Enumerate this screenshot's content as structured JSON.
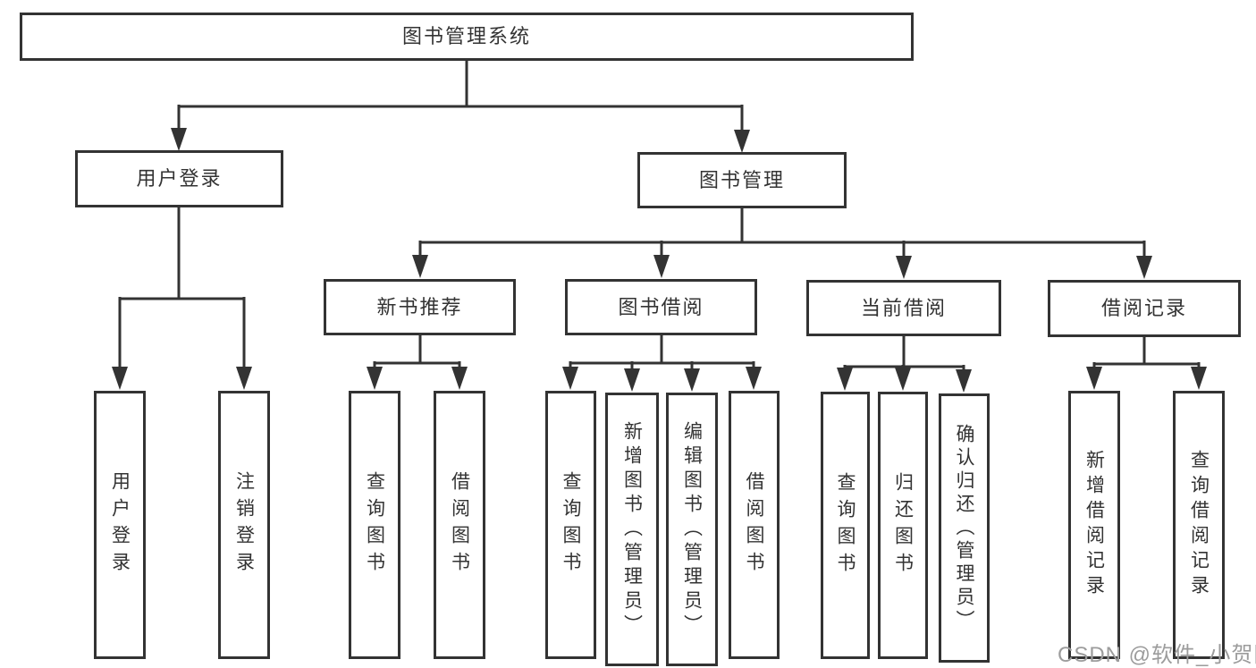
{
  "diagram": {
    "watermark": "CSDN @软件_小贺同学",
    "nodes": {
      "root": "图书管理系统",
      "user_login": "用户登录",
      "book_mgmt": "图书管理",
      "new_book_rec": "新书推荐",
      "book_borrow": "图书借阅",
      "current_borrow": "当前借阅",
      "borrow_records": "借阅记录",
      "user_login_leaf": "用户登录",
      "logout_leaf": "注销登录",
      "query_book_rec": "查询图书",
      "borrow_book_rec": "借阅图书",
      "query_book_borrow": "查询图书",
      "add_book_admin": "新增图书（管理员）",
      "edit_book_admin": "编辑图书（管理员）",
      "borrow_book_borrow": "借阅图书",
      "query_book_current": "查询图书",
      "return_book": "归还图书",
      "confirm_return_admin": "确认归还（管理员）",
      "add_borrow_record": "新增借阅记录",
      "query_borrow_record": "查询借阅记录"
    }
  },
  "colors": {
    "line": "#333333",
    "text": "#333333",
    "box_background": "#ffffff",
    "watermark": "#9c9c9c"
  }
}
